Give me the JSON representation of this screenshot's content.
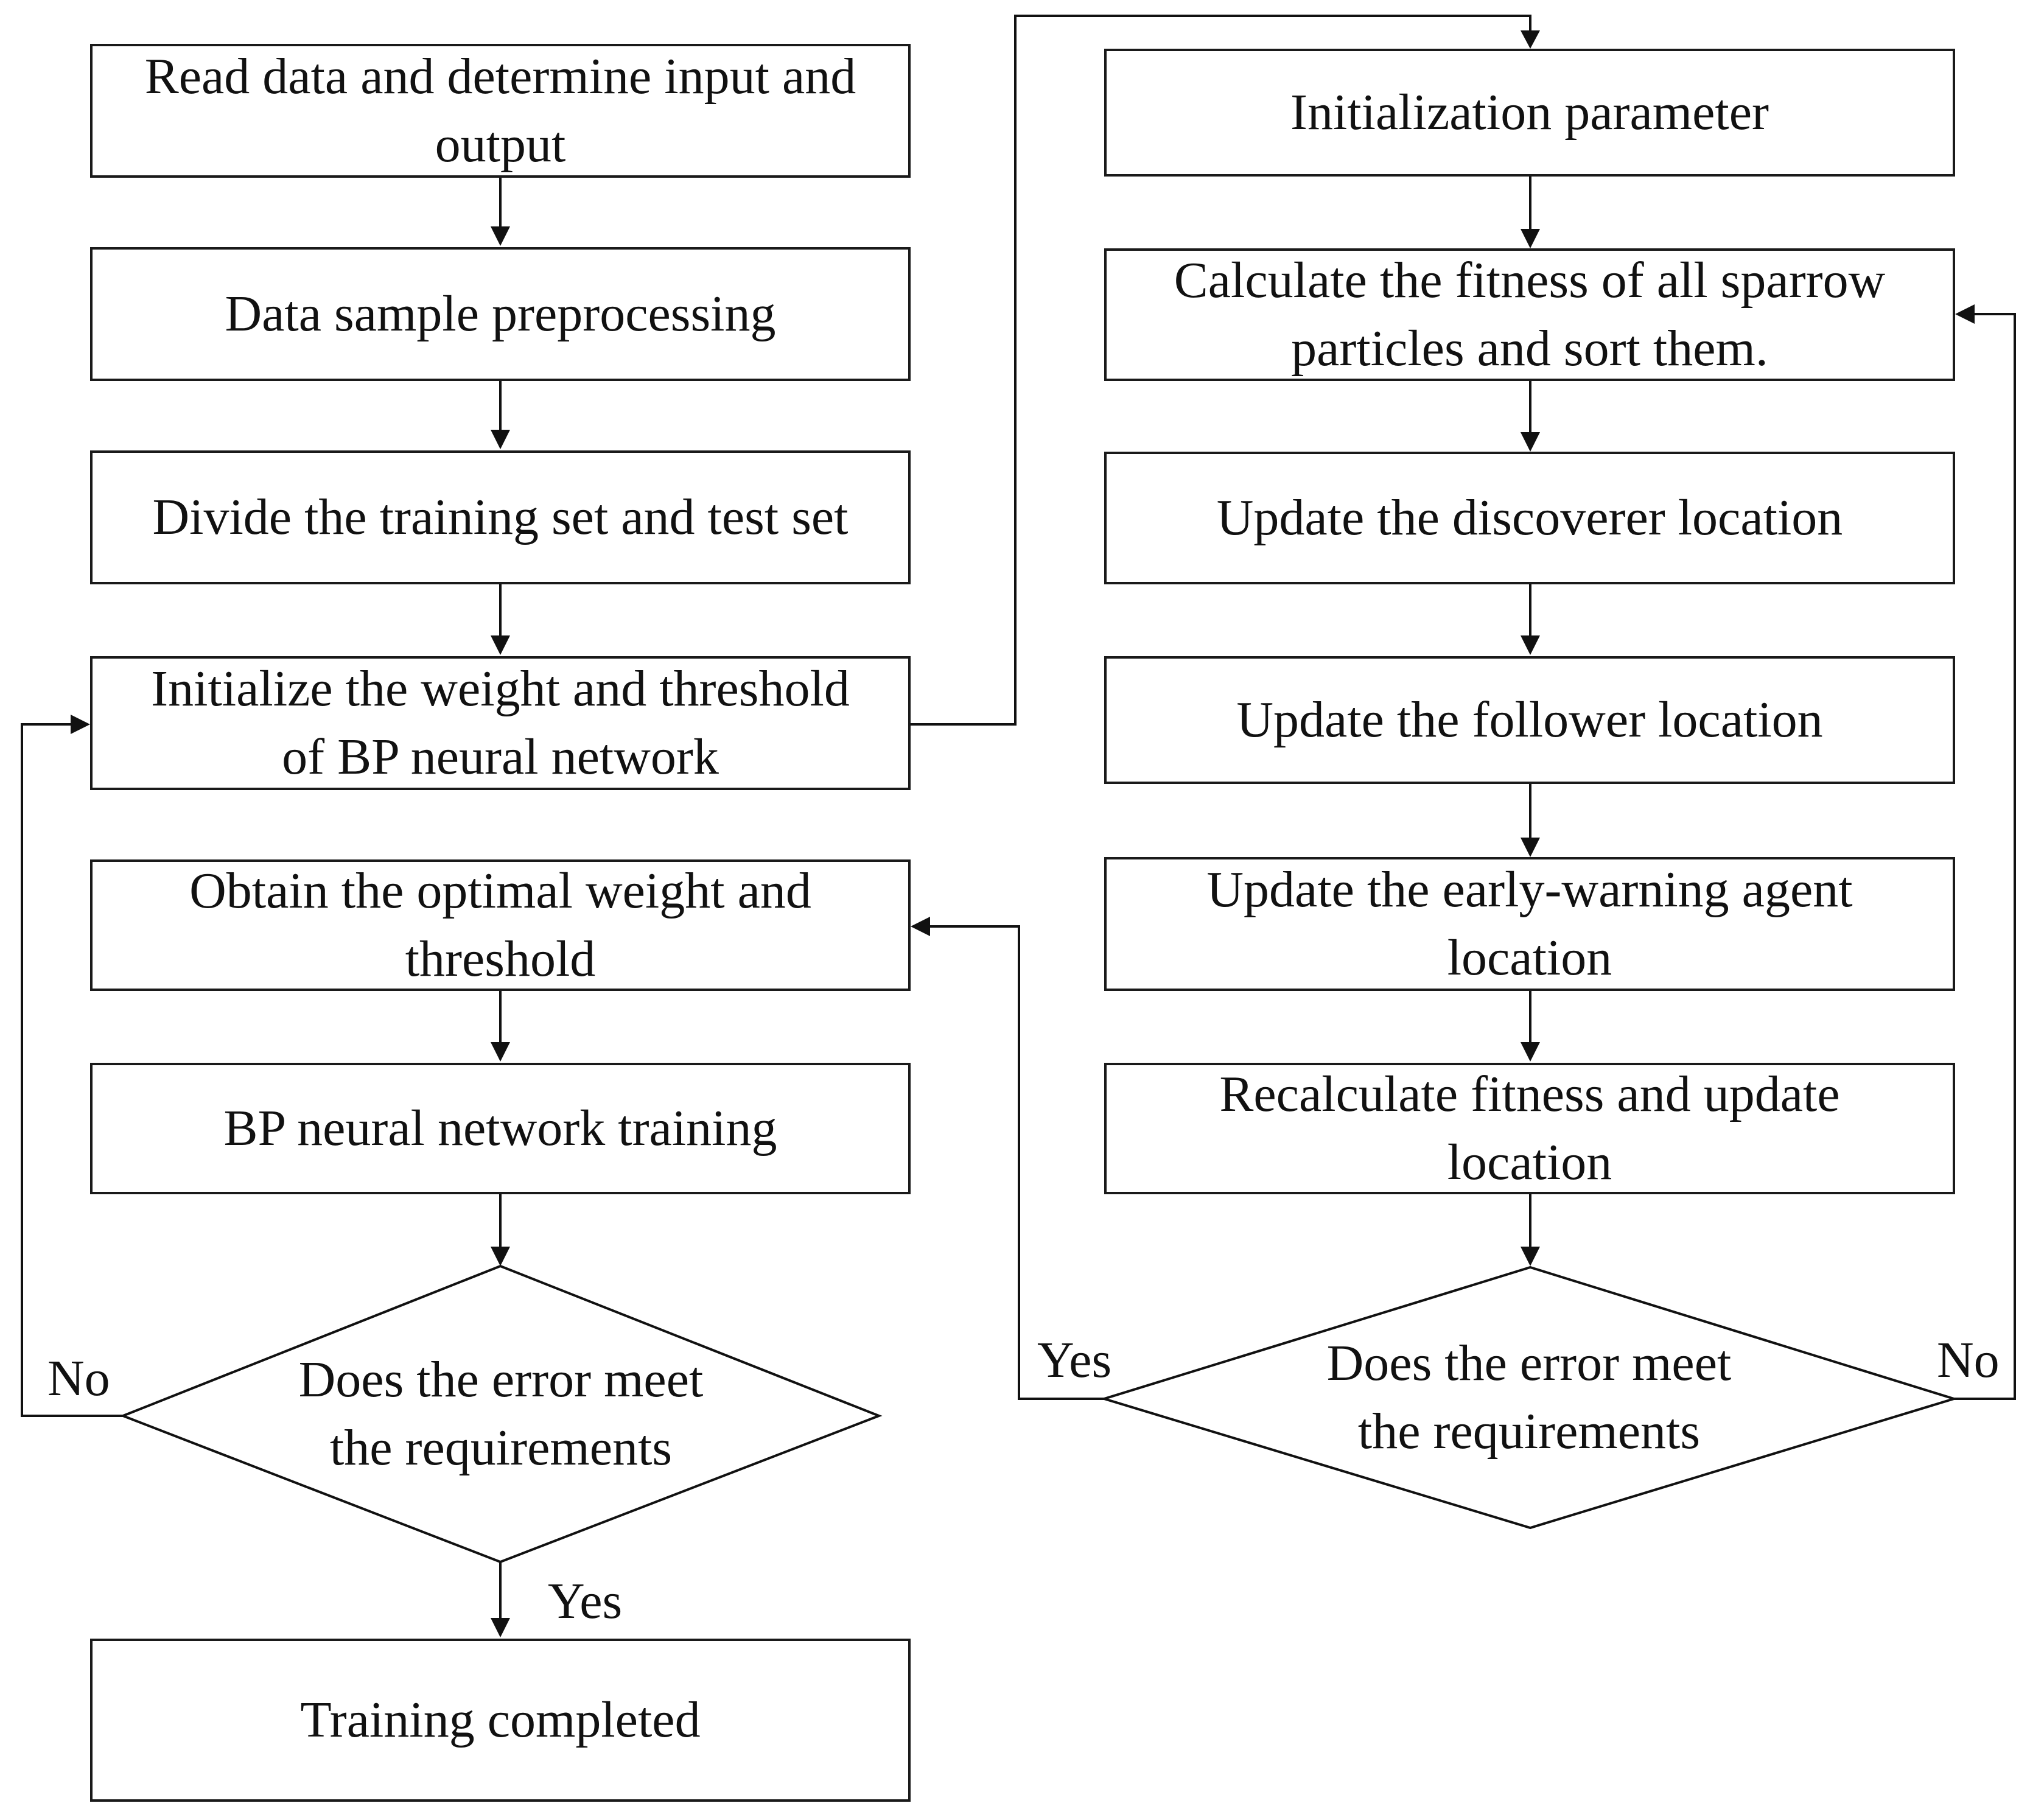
{
  "diagram": {
    "left_column": {
      "read_data": "Read data and determine input and\noutput",
      "preprocess": "Data sample preprocessing",
      "divide_sets": "Divide the training set and test set",
      "init_weights": "Initialize the weight and threshold\nof BP neural network",
      "obtain_optimal": "Obtain the optimal weight and\nthreshold",
      "bp_training": "BP neural network training",
      "error_check": "Does the error meet\nthe requirements",
      "training_completed": "Training completed"
    },
    "right_column": {
      "init_param": "Initialization parameter",
      "calc_fitness": "Calculate the fitness of all sparrow\nparticles and sort them.",
      "update_discoverer": "Update the discoverer location",
      "update_follower": "Update the follower location",
      "update_early_warning": "Update the early-warning agent\nlocation",
      "recalculate": "Recalculate fitness and update\nlocation",
      "error_check": "Does the error meet\nthe requirements"
    },
    "edge_labels": {
      "left_no": "No",
      "left_yes": "Yes",
      "right_yes": "Yes",
      "right_no": "No"
    }
  }
}
